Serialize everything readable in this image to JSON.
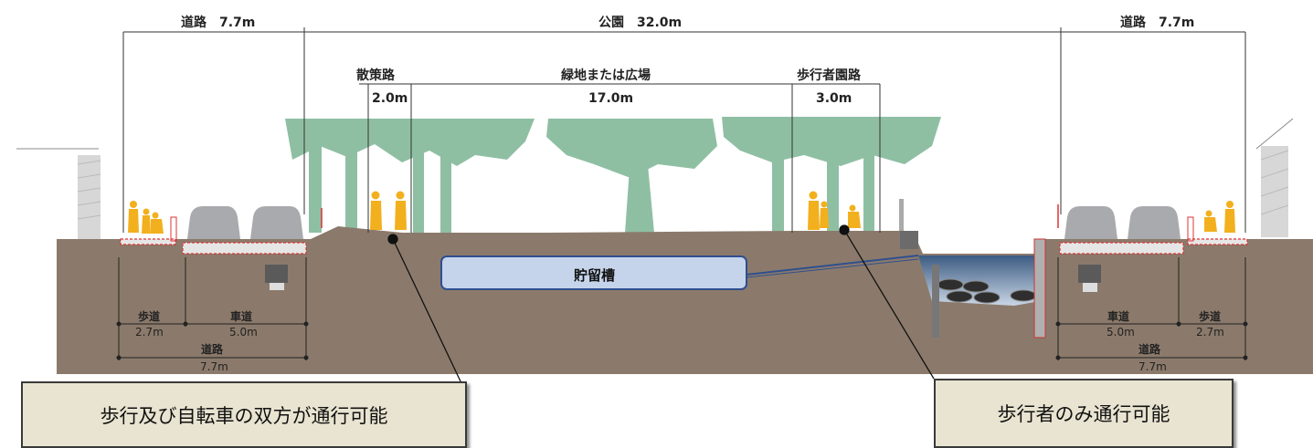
{
  "top_dimensions": {
    "road_left": "道路　7.7m",
    "park": "公園　32.0m",
    "road_right": "道路　7.7m"
  },
  "park_sections": {
    "promenade_name": "散策路",
    "promenade_width": "2.0m",
    "green_name": "緑地または広場",
    "green_width": "17.0m",
    "pedestrian_path_name": "歩行者園路",
    "pedestrian_path_width": "3.0m"
  },
  "storage_tank": "貯留槽",
  "bottom_left": {
    "sidewalk": "歩道",
    "sidewalk_width": "2.7m",
    "carriageway": "車道",
    "carriageway_width": "5.0m",
    "road": "道路",
    "road_width": "7.7m"
  },
  "bottom_right": {
    "carriageway": "車道",
    "carriageway_width": "5.0m",
    "sidewalk": "歩道",
    "sidewalk_width": "2.7m",
    "road": "道路",
    "road_width": "7.7m"
  },
  "callouts": {
    "left": "歩行及び自転車の双方が通行可能",
    "right": "歩行者のみ通行可能"
  },
  "colors": {
    "ground": "#8b7a6b",
    "tree": "#8fbfa3",
    "person": "#f2b01e",
    "tank_fill": "#c5d4ea",
    "tank_stroke": "#2f4f8f",
    "callout_bg": "#e9e4d1"
  }
}
